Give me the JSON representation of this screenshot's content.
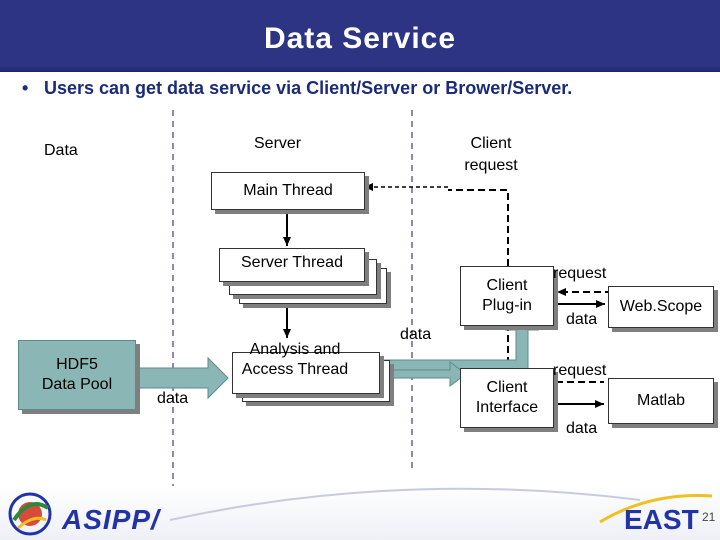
{
  "title": "Data Service",
  "bullet": "Users can get data service via Client/Server or Brower/Server.",
  "diagram": {
    "col_data": "Data",
    "col_server": "Server",
    "col_client": "Client\nrequest",
    "main_thread": "Main Thread",
    "server_thread": "Server Thread",
    "analysis_thread": "Analysis and\nAccess Thread",
    "hdf5": "HDF5\nData Pool",
    "client_plugin": "Client\nPlug-in",
    "client_interface": "Client\nInterface",
    "webscope": "Web.Scope",
    "matlab": "Matlab",
    "data_label_left": "data",
    "data_label_mid": "data",
    "request_top": "request",
    "data_top": "data",
    "request_bottom": "request",
    "data_bottom": "data"
  },
  "footer": {
    "left_logo_text": "ASIPP/",
    "right_logo_text": "EAST",
    "page_number": "21"
  },
  "colors": {
    "title_bar": "#2c3483",
    "arrow_fill": "#8ab7b5",
    "brand": "#2233a8"
  }
}
